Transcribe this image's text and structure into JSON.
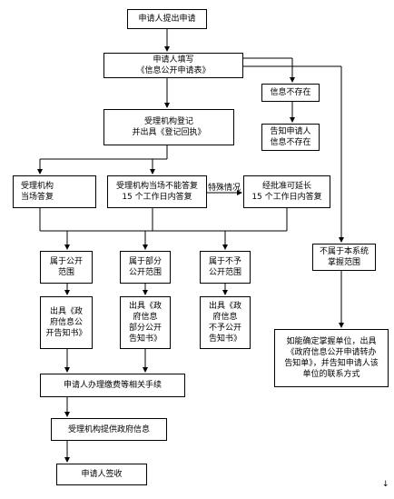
{
  "nodes": {
    "apply": {
      "lines": [
        "申请人提出申请"
      ]
    },
    "fill": {
      "lines": [
        "申请人填写",
        "《信息公开申请表》"
      ]
    },
    "not_exist": {
      "lines": [
        "信息不存在"
      ]
    },
    "notify_not_exist": {
      "lines": [
        "告知申请人",
        "信息不存在"
      ]
    },
    "register": {
      "lines": [
        "受理机构登记",
        "并出具《登记回执》"
      ]
    },
    "onsite": {
      "lines": [
        "受理机构",
        "当场答复"
      ]
    },
    "reply15": {
      "lines": [
        "受理机构当场不能答复",
        "15 个工作日内答复"
      ]
    },
    "extend": {
      "lines": [
        "经批准可延长",
        "15 个工作日内答复"
      ]
    },
    "not_system": {
      "lines": [
        "不属于本系统",
        "掌握范围"
      ]
    },
    "public": {
      "lines": [
        "属于公开",
        "范围"
      ]
    },
    "partial": {
      "lines": [
        "属于部分",
        "公开范围"
      ]
    },
    "nonpublic": {
      "lines": [
        "属于不予",
        "公开范围"
      ]
    },
    "notice_public": {
      "lines": [
        "出具《政",
        "府信息公",
        "开告知书》"
      ]
    },
    "notice_partial": {
      "lines": [
        "出具《政",
        "府信息",
        "部分公开",
        "告知书》"
      ]
    },
    "notice_nonpublic": {
      "lines": [
        "出具《政",
        "府信息",
        "不予公开",
        "告知书》"
      ]
    },
    "transfer": {
      "lines": [
        "如能确定掌握单位，出具",
        "《政府信息公开申请转办",
        "告知单》，并告知申请人该",
        "单位的联系方式"
      ]
    },
    "fee": {
      "lines": [
        "申请人办理缴费等相关手续"
      ]
    },
    "provide": {
      "lines": [
        "受理机构提供政府信息"
      ]
    },
    "sign": {
      "lines": [
        "申请人签收"
      ]
    }
  },
  "labels": {
    "special": "特殊情况",
    "corner_mark": "↓"
  }
}
